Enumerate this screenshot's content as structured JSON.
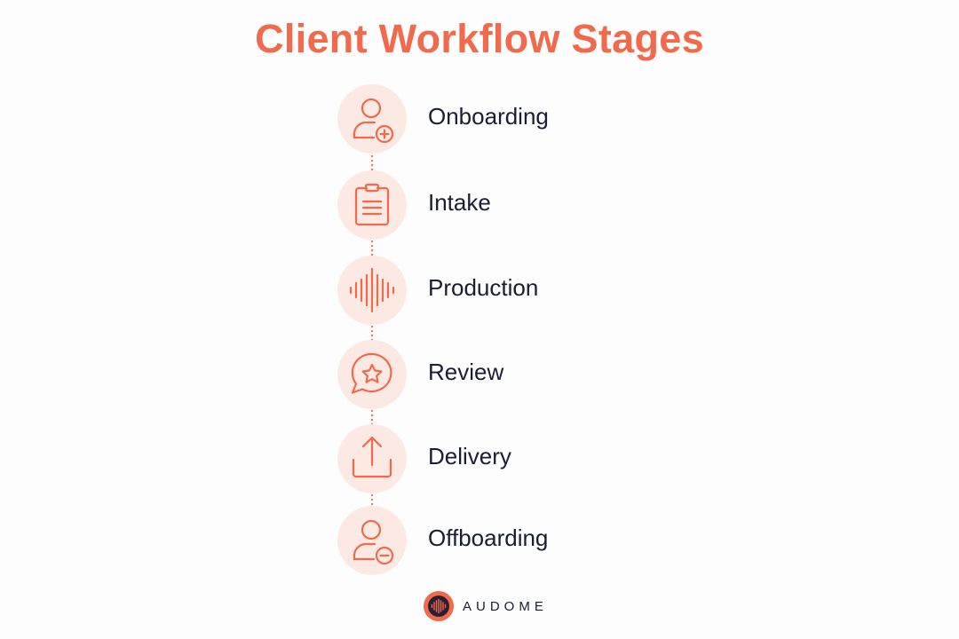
{
  "title": "Client Workflow Stages",
  "accent_color": "#f06a4b",
  "circle_color": "#fde9e3",
  "text_color": "#1a1d33",
  "stages": [
    {
      "label": "Onboarding",
      "icon": "user-plus-icon"
    },
    {
      "label": "Intake",
      "icon": "clipboard-icon"
    },
    {
      "label": "Production",
      "icon": "sound-wave-icon"
    },
    {
      "label": "Review",
      "icon": "star-chat-bubble-icon"
    },
    {
      "label": "Delivery",
      "icon": "upload-icon"
    },
    {
      "label": "Offboarding",
      "icon": "user-minus-icon"
    }
  ],
  "brand": {
    "name": "AUDOME",
    "icon": "audio-wave-logo-icon"
  }
}
